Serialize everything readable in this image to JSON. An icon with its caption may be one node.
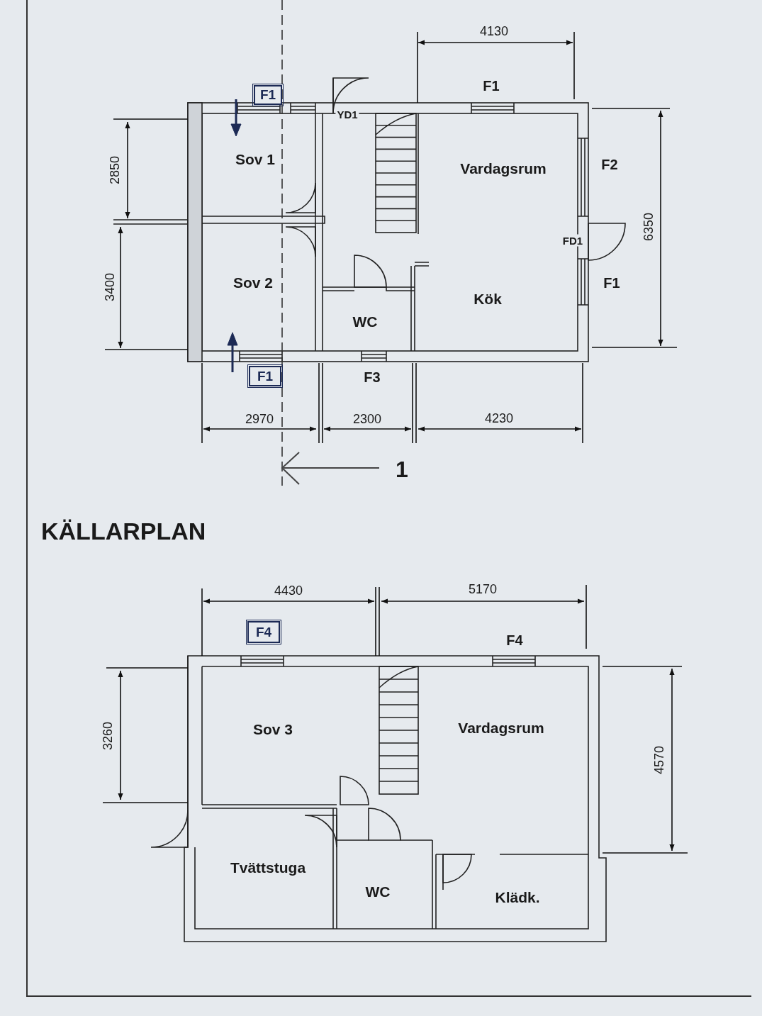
{
  "diagram": {
    "title": "KÄLLARPLAN",
    "nodes": [
      {
        "text": [
          "F1"
        ]
      },
      {
        "text": [
          "F1"
        ]
      },
      {
        "text": [
          "F4"
        ]
      }
    ],
    "edges": [],
    "labels": [
      "4130",
      "F1",
      "YD1",
      "Sov 1",
      "Vardagsrum",
      "F2",
      "2850",
      "6350",
      "FD1",
      "Sov 2",
      "3400",
      "F1",
      "Kök",
      "WC",
      "F3",
      "2970",
      "2300",
      "4230",
      "1",
      "4430",
      "5170",
      "F4",
      "3260",
      "Sov 3",
      "Vardagsrum",
      "4570",
      "Tvättstuga",
      "WC",
      "Klädk."
    ]
  }
}
